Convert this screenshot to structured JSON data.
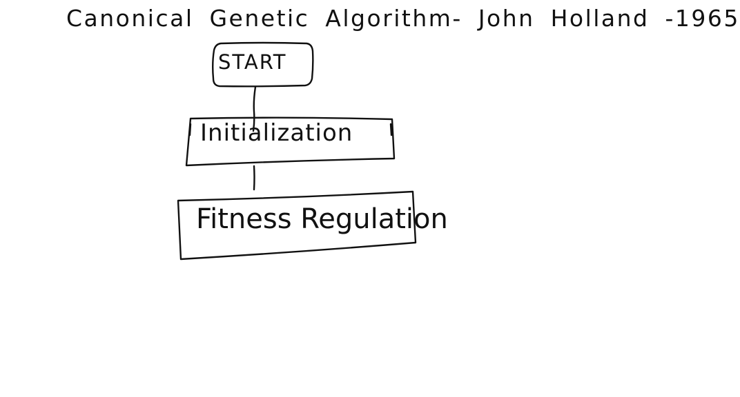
{
  "title": "Canonical Genetic Algorithm- John Holland -1965",
  "nodes": {
    "start": "START",
    "initialization": "Initialization",
    "fitness": "Fitness Regulation"
  },
  "colors": {
    "ink": "#111111",
    "background": "#ffffff"
  }
}
